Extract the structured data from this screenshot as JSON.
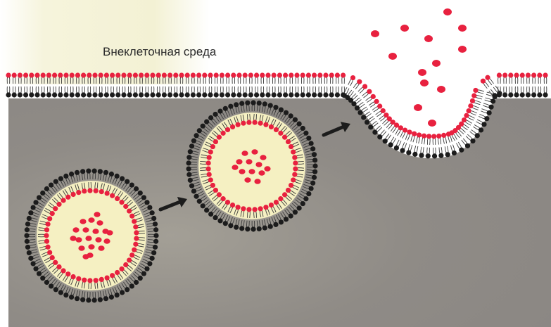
{
  "labels": {
    "extracellular": "Внеклеточная среда"
  },
  "colors": {
    "cytoplasm": "#8e8a86",
    "cytoplasm_light": "#a8a49c",
    "outside": "#ffffff",
    "outside_tint": "#f4f2d6",
    "lipid_head_outer": "#e8213f",
    "lipid_head_inner": "#1c1c1c",
    "lipid_tail": "#3a3a3a",
    "cargo": "#e8213f",
    "vesicle_lumen": "#f5f0c2",
    "arrow": "#1c1c1c"
  },
  "diagram": {
    "process": "exocytosis",
    "stages": [
      {
        "id": "vesicle-1",
        "role": "transport-vesicle"
      },
      {
        "id": "vesicle-2",
        "role": "docking-vesicle"
      },
      {
        "id": "fusion-pit",
        "role": "membrane-fusion-release"
      }
    ]
  }
}
